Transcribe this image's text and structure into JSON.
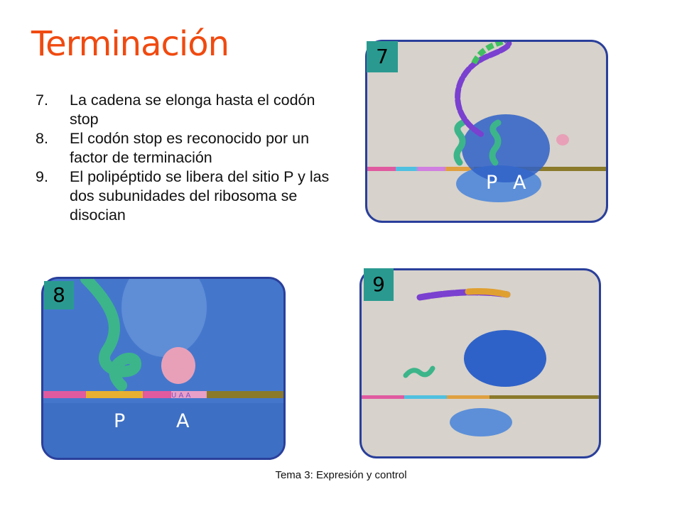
{
  "slide": {
    "title": "Terminación",
    "steps": [
      {
        "num": "7.",
        "text": "La cadena se elonga hasta el codón stop"
      },
      {
        "num": "8.",
        "text": "El codón stop es reconocido por un factor de terminación"
      },
      {
        "num": "9.",
        "text": "El polipéptido se libera del sitio P y las dos subunidades del ribosoma se disocian"
      }
    ],
    "footer": "Tema 3: Expresión y control"
  },
  "panels": {
    "p7": {
      "badge": "7",
      "label_p": "P",
      "label_a": "A"
    },
    "p8": {
      "badge": "8",
      "label_p": "P",
      "label_a": "A",
      "codon": "U A A"
    },
    "p9": {
      "badge": "9"
    }
  },
  "colors": {
    "title": "#f04a10",
    "badge": "#2a9a90",
    "panel_border": "#2a3f9b",
    "panel_bg": "#d7d2cb",
    "ribosome": "#2f62c8",
    "trna": "#3cb58a",
    "release_factor": "#e8a0b8",
    "mrna": "#8a7a2a"
  }
}
